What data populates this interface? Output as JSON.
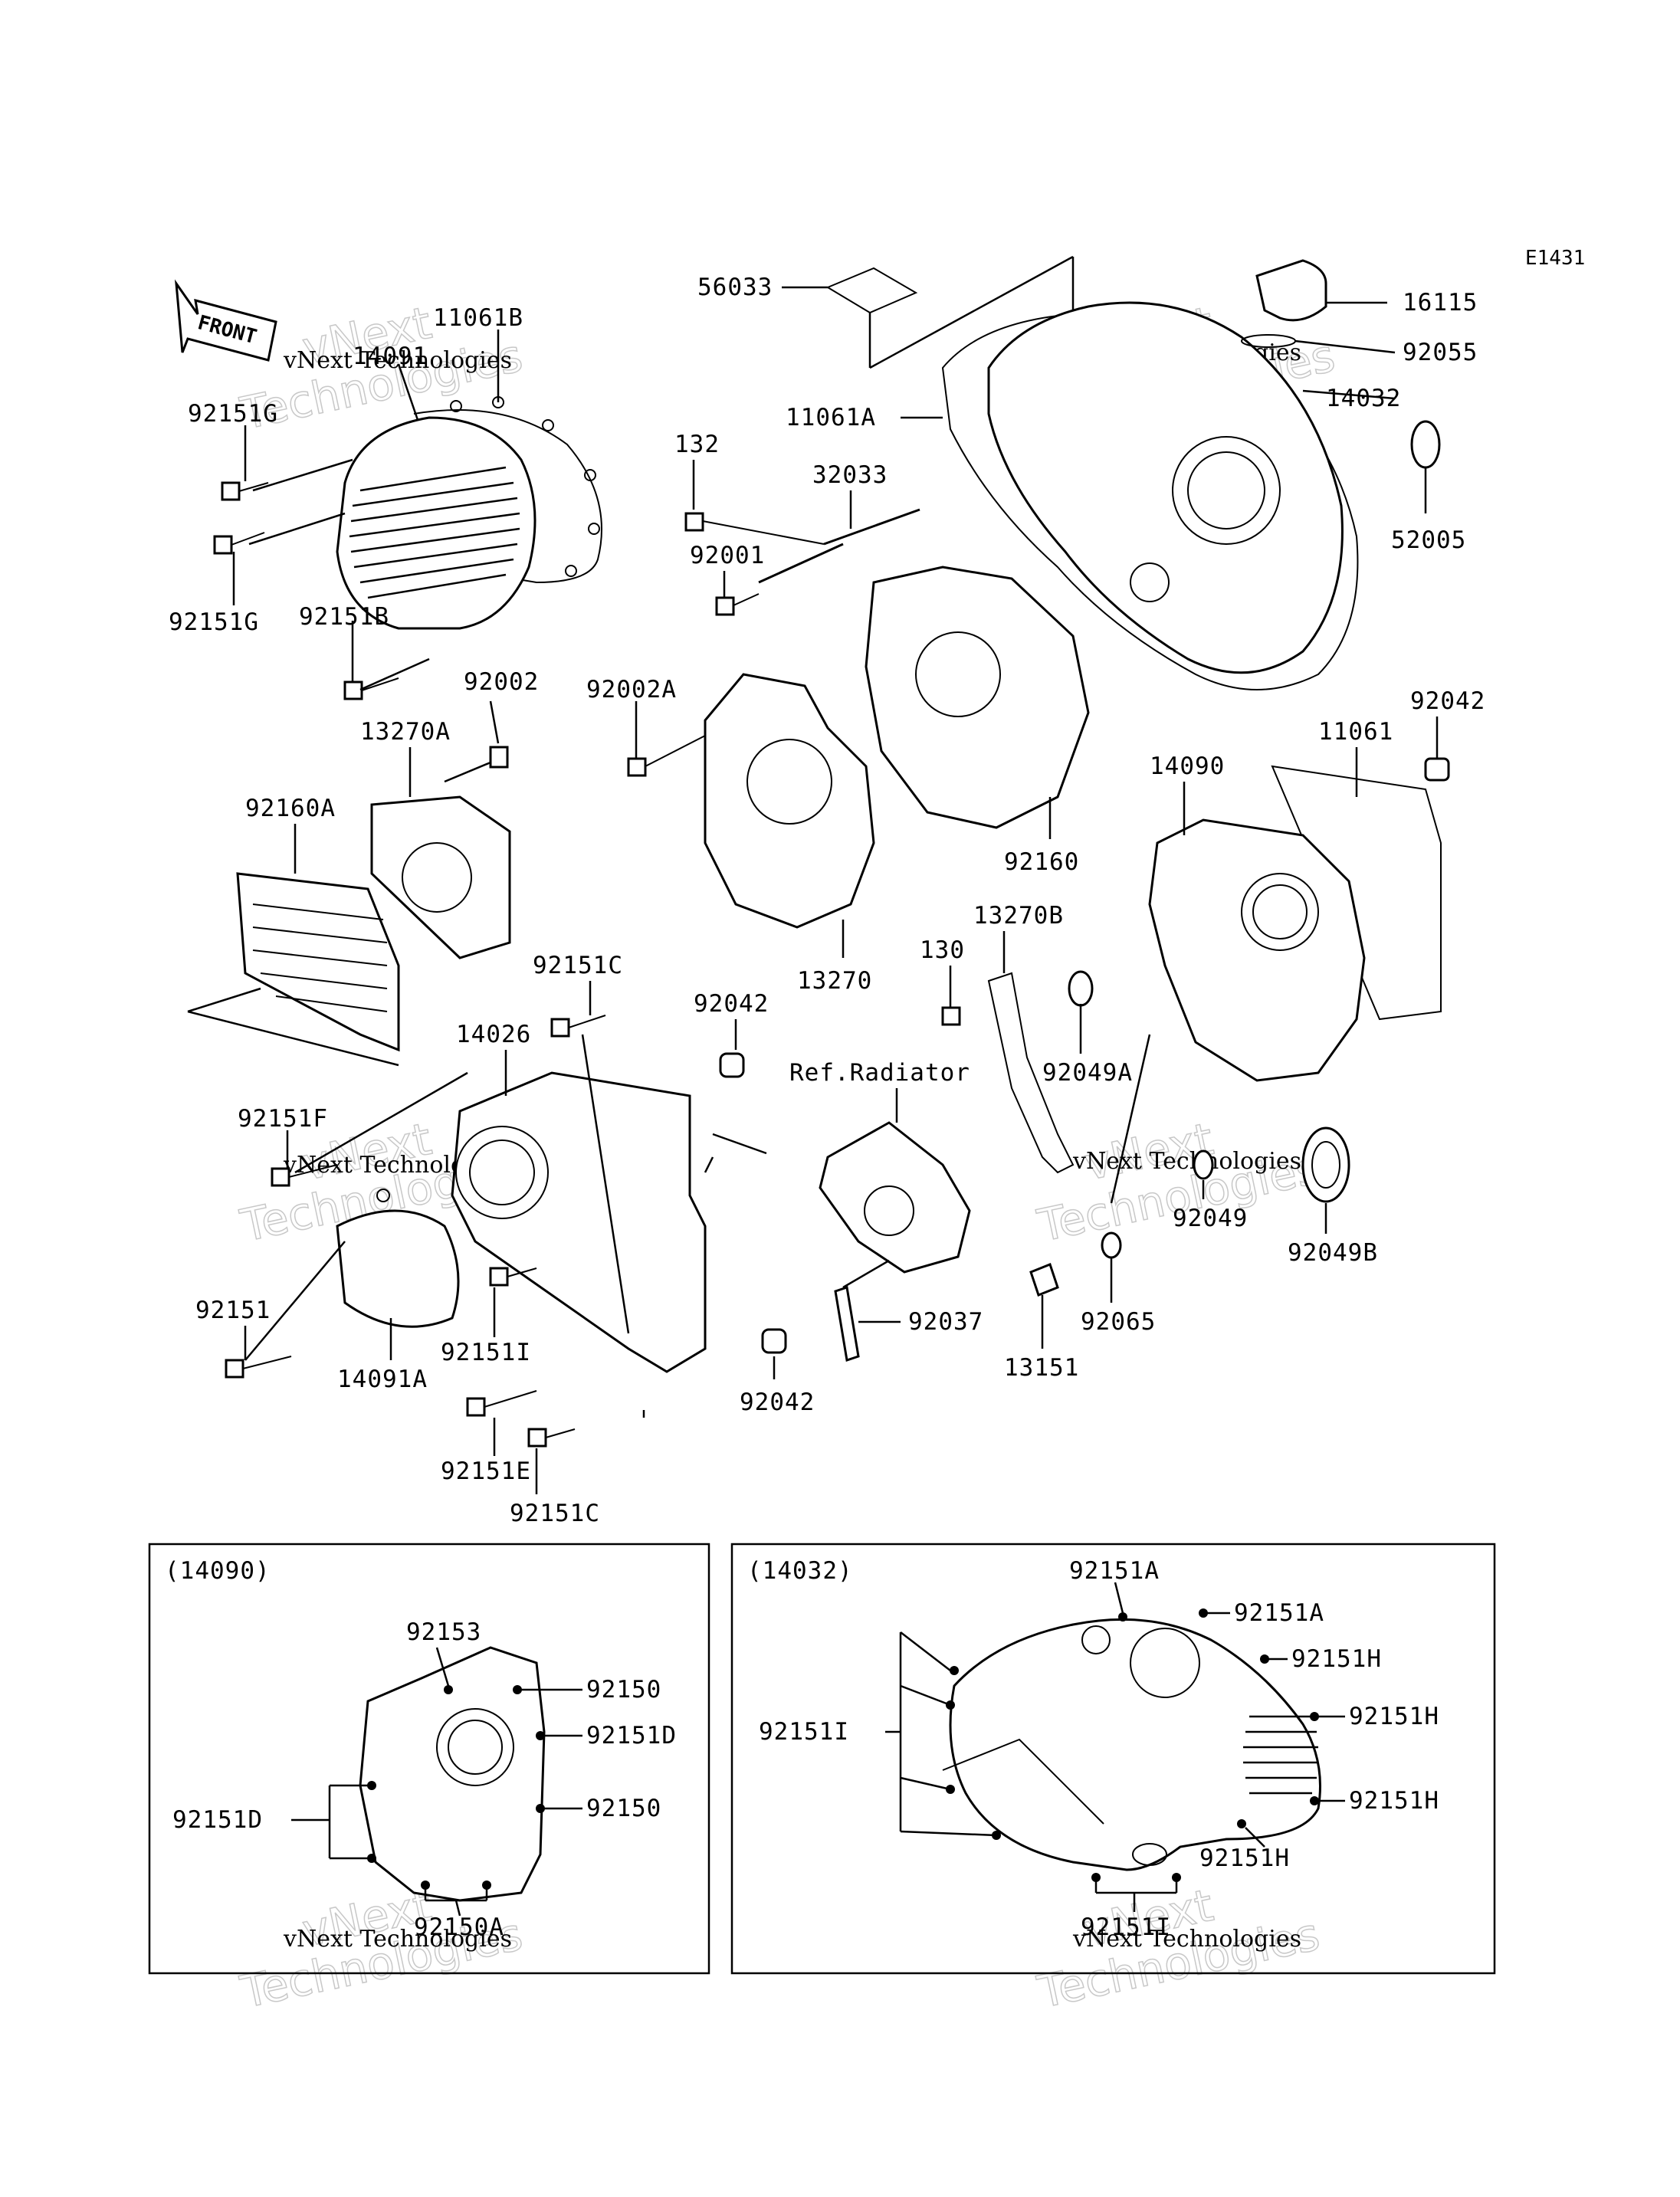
{
  "diagram_code": "E1431",
  "front_arrow_label": "FRONT",
  "ref_note": "Ref.Radiator",
  "watermark": {
    "line1": "vNext",
    "line2": "Technologies",
    "small": "vNext Technologies"
  },
  "callouts": {
    "c11061B": "11061B",
    "c14091": "14091",
    "c92151G_top": "92151G",
    "c92151G_bot": "92151G",
    "c92151B": "92151B",
    "c92002": "92002",
    "c13270A": "13270A",
    "c92160A": "92160A",
    "c92151C_top": "92151C",
    "c14026": "14026",
    "c92151F": "92151F",
    "c92151": "92151",
    "c14091A": "14091A",
    "c92151I": "92151I",
    "c92151E": "92151E",
    "c92151C_bot": "92151C",
    "c92042_mid": "92042",
    "c92042_bot": "92042",
    "c92037": "92037",
    "c56033": "56033",
    "c132": "132",
    "c32033": "32033",
    "c92001": "92001",
    "c92002A": "92002A",
    "c11061A": "11061A",
    "c13270": "13270",
    "c92160": "92160",
    "c16115": "16115",
    "c92055": "92055",
    "c14032": "14032",
    "c52005": "52005",
    "c92042_right": "92042",
    "c11061": "11061",
    "c14090": "14090",
    "c13270B": "13270B",
    "c130": "130",
    "c92049A": "92049A",
    "c92049": "92049",
    "c92049B": "92049B",
    "c13151": "13151",
    "c92065": "92065"
  },
  "inset_left": {
    "title": "(14090)",
    "labels": {
      "a92153": "92153",
      "a92150_top": "92150",
      "a92151D_right": "92151D",
      "a92150_mid": "92150",
      "a92151D_left": "92151D",
      "a92150A": "92150A"
    }
  },
  "inset_right": {
    "title": "(14032)",
    "labels": {
      "b92151A_top": "92151A",
      "b92151A_right": "92151A",
      "b92151H_1": "92151H",
      "b92151H_2": "92151H",
      "b92151H_3": "92151H",
      "b92151H_4": "92151H",
      "b92151I_left": "92151I",
      "b92151I_bot": "92151I"
    }
  }
}
